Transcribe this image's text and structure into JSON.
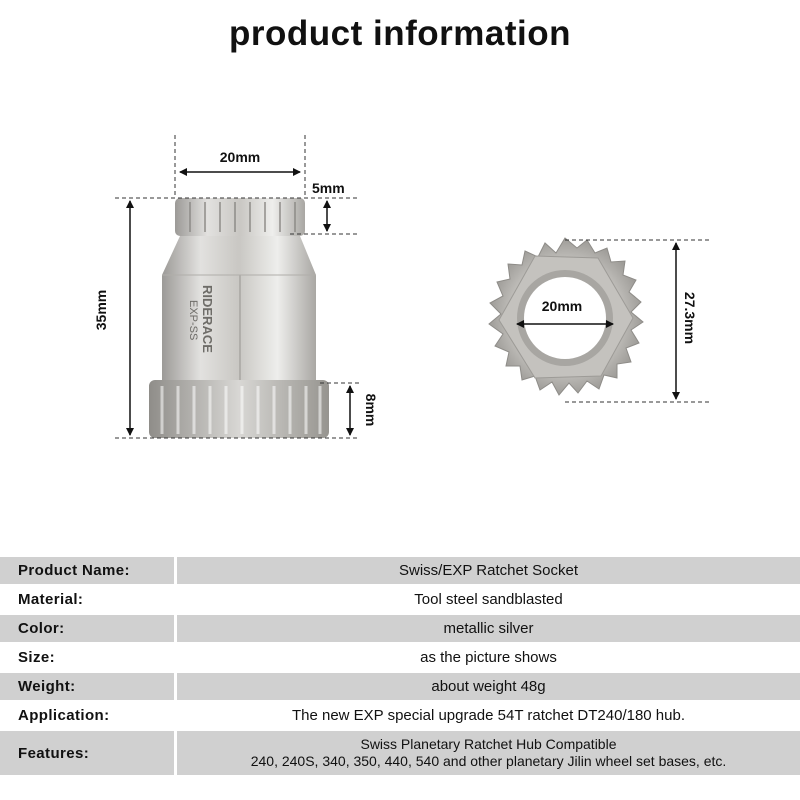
{
  "title": "product information",
  "figure": {
    "brand": "RIDERACE",
    "model": "EXP-SS",
    "dims": {
      "top_width": "20mm",
      "teeth_top": "5mm",
      "height": "35mm",
      "teeth_bottom": "8mm",
      "inner": "20mm",
      "outer": "27.3mm"
    }
  },
  "specs": [
    {
      "label": "Product Name:",
      "value": "Swiss/EXP Ratchet Socket"
    },
    {
      "label": "Material:",
      "value": "Tool steel sandblasted"
    },
    {
      "label": "Color:",
      "value": "metallic silver"
    },
    {
      "label": "Size:",
      "value": "as the picture shows"
    },
    {
      "label": "Weight:",
      "value": "about weight 48g"
    },
    {
      "label": "Application:",
      "value": "The new EXP special upgrade 54T ratchet DT240/180 hub."
    },
    {
      "label": "Features:",
      "value_line1": "Swiss Planetary Ratchet Hub Compatible",
      "value_line2": "240, 240S, 340, 350, 440, 540 and other planetary Jilin wheel set bases, etc."
    }
  ]
}
